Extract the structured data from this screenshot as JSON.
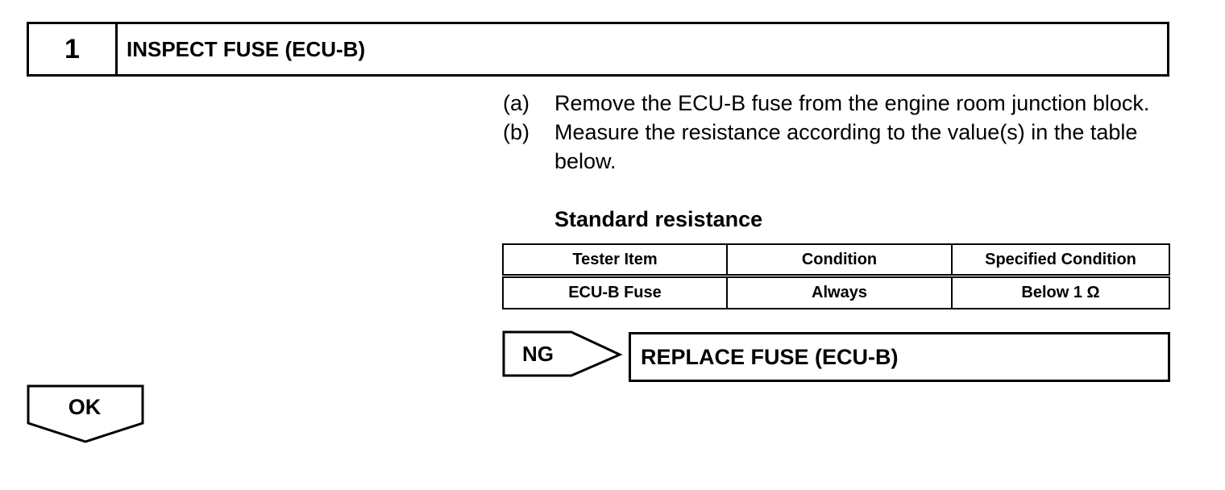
{
  "step": {
    "number": "1",
    "title": "INSPECT FUSE (ECU-B)"
  },
  "instructions": [
    {
      "label": "(a)",
      "text": "Remove the ECU-B fuse from the engine room junction block."
    },
    {
      "label": "(b)",
      "text": "Measure the resistance according to the value(s) in the table below."
    }
  ],
  "standard_heading": "Standard resistance",
  "table": {
    "headers": [
      "Tester Item",
      "Condition",
      "Specified Condition"
    ],
    "rows": [
      [
        "ECU-B Fuse",
        "Always",
        "Below 1 Ω"
      ]
    ]
  },
  "ng": {
    "label": "NG",
    "action": "REPLACE FUSE (ECU-B)"
  },
  "ok": {
    "label": "OK"
  }
}
